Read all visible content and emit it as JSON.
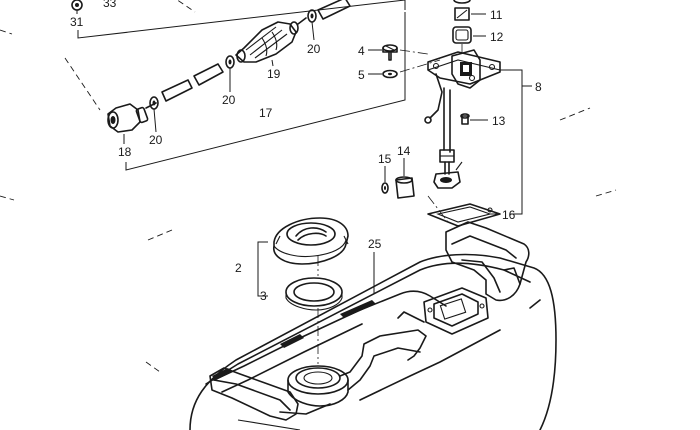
{
  "callouts": {
    "c31": "31",
    "c33": "33",
    "c20a": "20",
    "c20b": "20",
    "c20c": "20",
    "c19": "19",
    "c17": "17",
    "c18": "18",
    "c4": "4",
    "c5": "5",
    "c11": "11",
    "c12": "12",
    "c8": "8",
    "c13": "13",
    "c14": "14",
    "c15": "15",
    "c16": "16",
    "c25": "25",
    "c2": "2",
    "c3": "3"
  },
  "colors": {
    "ink": "#1a1a1a",
    "paper": "#ffffff"
  }
}
